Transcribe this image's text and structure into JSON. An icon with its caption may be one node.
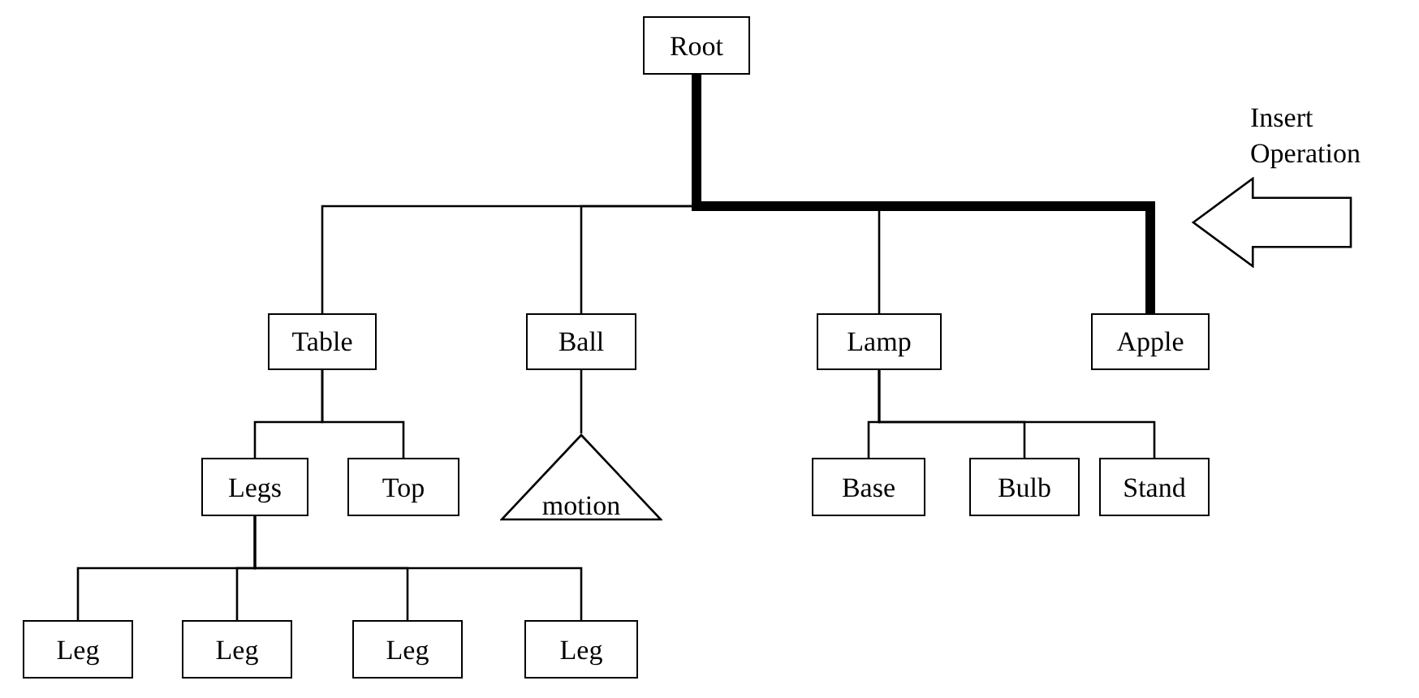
{
  "diagram": {
    "nodes": [
      {
        "text": [
          "Root"
        ]
      },
      {
        "text": [
          "Table"
        ]
      },
      {
        "text": [
          "Ball"
        ]
      },
      {
        "text": [
          "Lamp"
        ]
      },
      {
        "text": [
          "Apple"
        ]
      },
      {
        "text": [
          "Legs"
        ]
      },
      {
        "text": [
          "Top"
        ]
      },
      {
        "text": [
          "motion"
        ]
      },
      {
        "text": [
          "Base"
        ]
      },
      {
        "text": [
          "Bulb"
        ]
      },
      {
        "text": [
          "Stand"
        ]
      },
      {
        "text": [
          "Leg"
        ]
      },
      {
        "text": [
          "Leg"
        ]
      },
      {
        "text": [
          "Leg"
        ]
      },
      {
        "text": [
          "Leg"
        ]
      },
      {
        "text": [],
        "shape": "arrow",
        "beside": [
          "Insert Operation"
        ]
      }
    ],
    "edges": [
      {
        "from": 0,
        "to": 1,
        "arrow": "none"
      },
      {
        "from": 0,
        "to": 2,
        "arrow": "none"
      },
      {
        "from": 0,
        "to": 3,
        "arrow": "none"
      },
      {
        "from": 0,
        "to": 4,
        "arrow": "none",
        "style": "thick"
      },
      {
        "from": 1,
        "to": 5,
        "arrow": "none"
      },
      {
        "from": 1,
        "to": 6,
        "arrow": "none"
      },
      {
        "from": 2,
        "to": 7,
        "arrow": "none"
      },
      {
        "from": 3,
        "to": 8,
        "arrow": "none"
      },
      {
        "from": 3,
        "to": 9,
        "arrow": "none"
      },
      {
        "from": 3,
        "to": 10,
        "arrow": "none"
      },
      {
        "from": 5,
        "to": 11,
        "arrow": "none"
      },
      {
        "from": 5,
        "to": 12,
        "arrow": "none"
      },
      {
        "from": 5,
        "to": 13,
        "arrow": "none"
      },
      {
        "from": 5,
        "to": 14,
        "arrow": "none"
      }
    ]
  }
}
